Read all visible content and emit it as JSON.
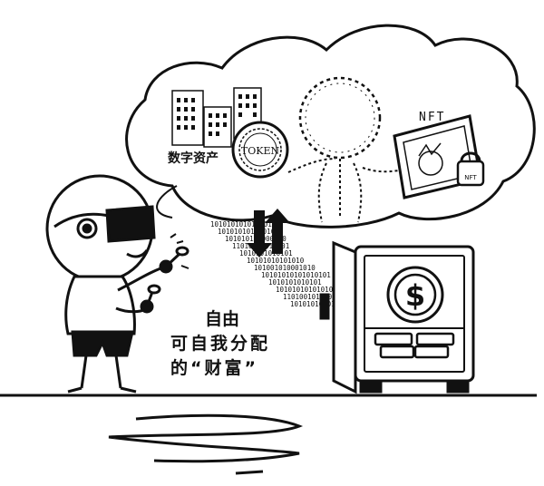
{
  "cloud": {
    "digital_asset_label": "数字资产",
    "token_label": "TOKEN",
    "nft_label": "NFT",
    "nft_lock_label": "NFT"
  },
  "caption": {
    "line1": "自由",
    "line2": "可自我分配",
    "line3": "的“财富”"
  },
  "binary_stream": {
    "rows": [
      "10101010101010100",
      "1010101010101010",
      "101010101000010",
      "11010101010101",
      "1010101010101",
      "10101010101010",
      "101001010001010",
      "10101010101010101",
      "1010101010101",
      "1010101010101000",
      "11010010101010",
      "1010101010101"
    ]
  },
  "safe": {
    "symbol": "$"
  },
  "colors": {
    "ink": "#111111",
    "paper": "#ffffff",
    "shade": "#d9d9d9"
  }
}
